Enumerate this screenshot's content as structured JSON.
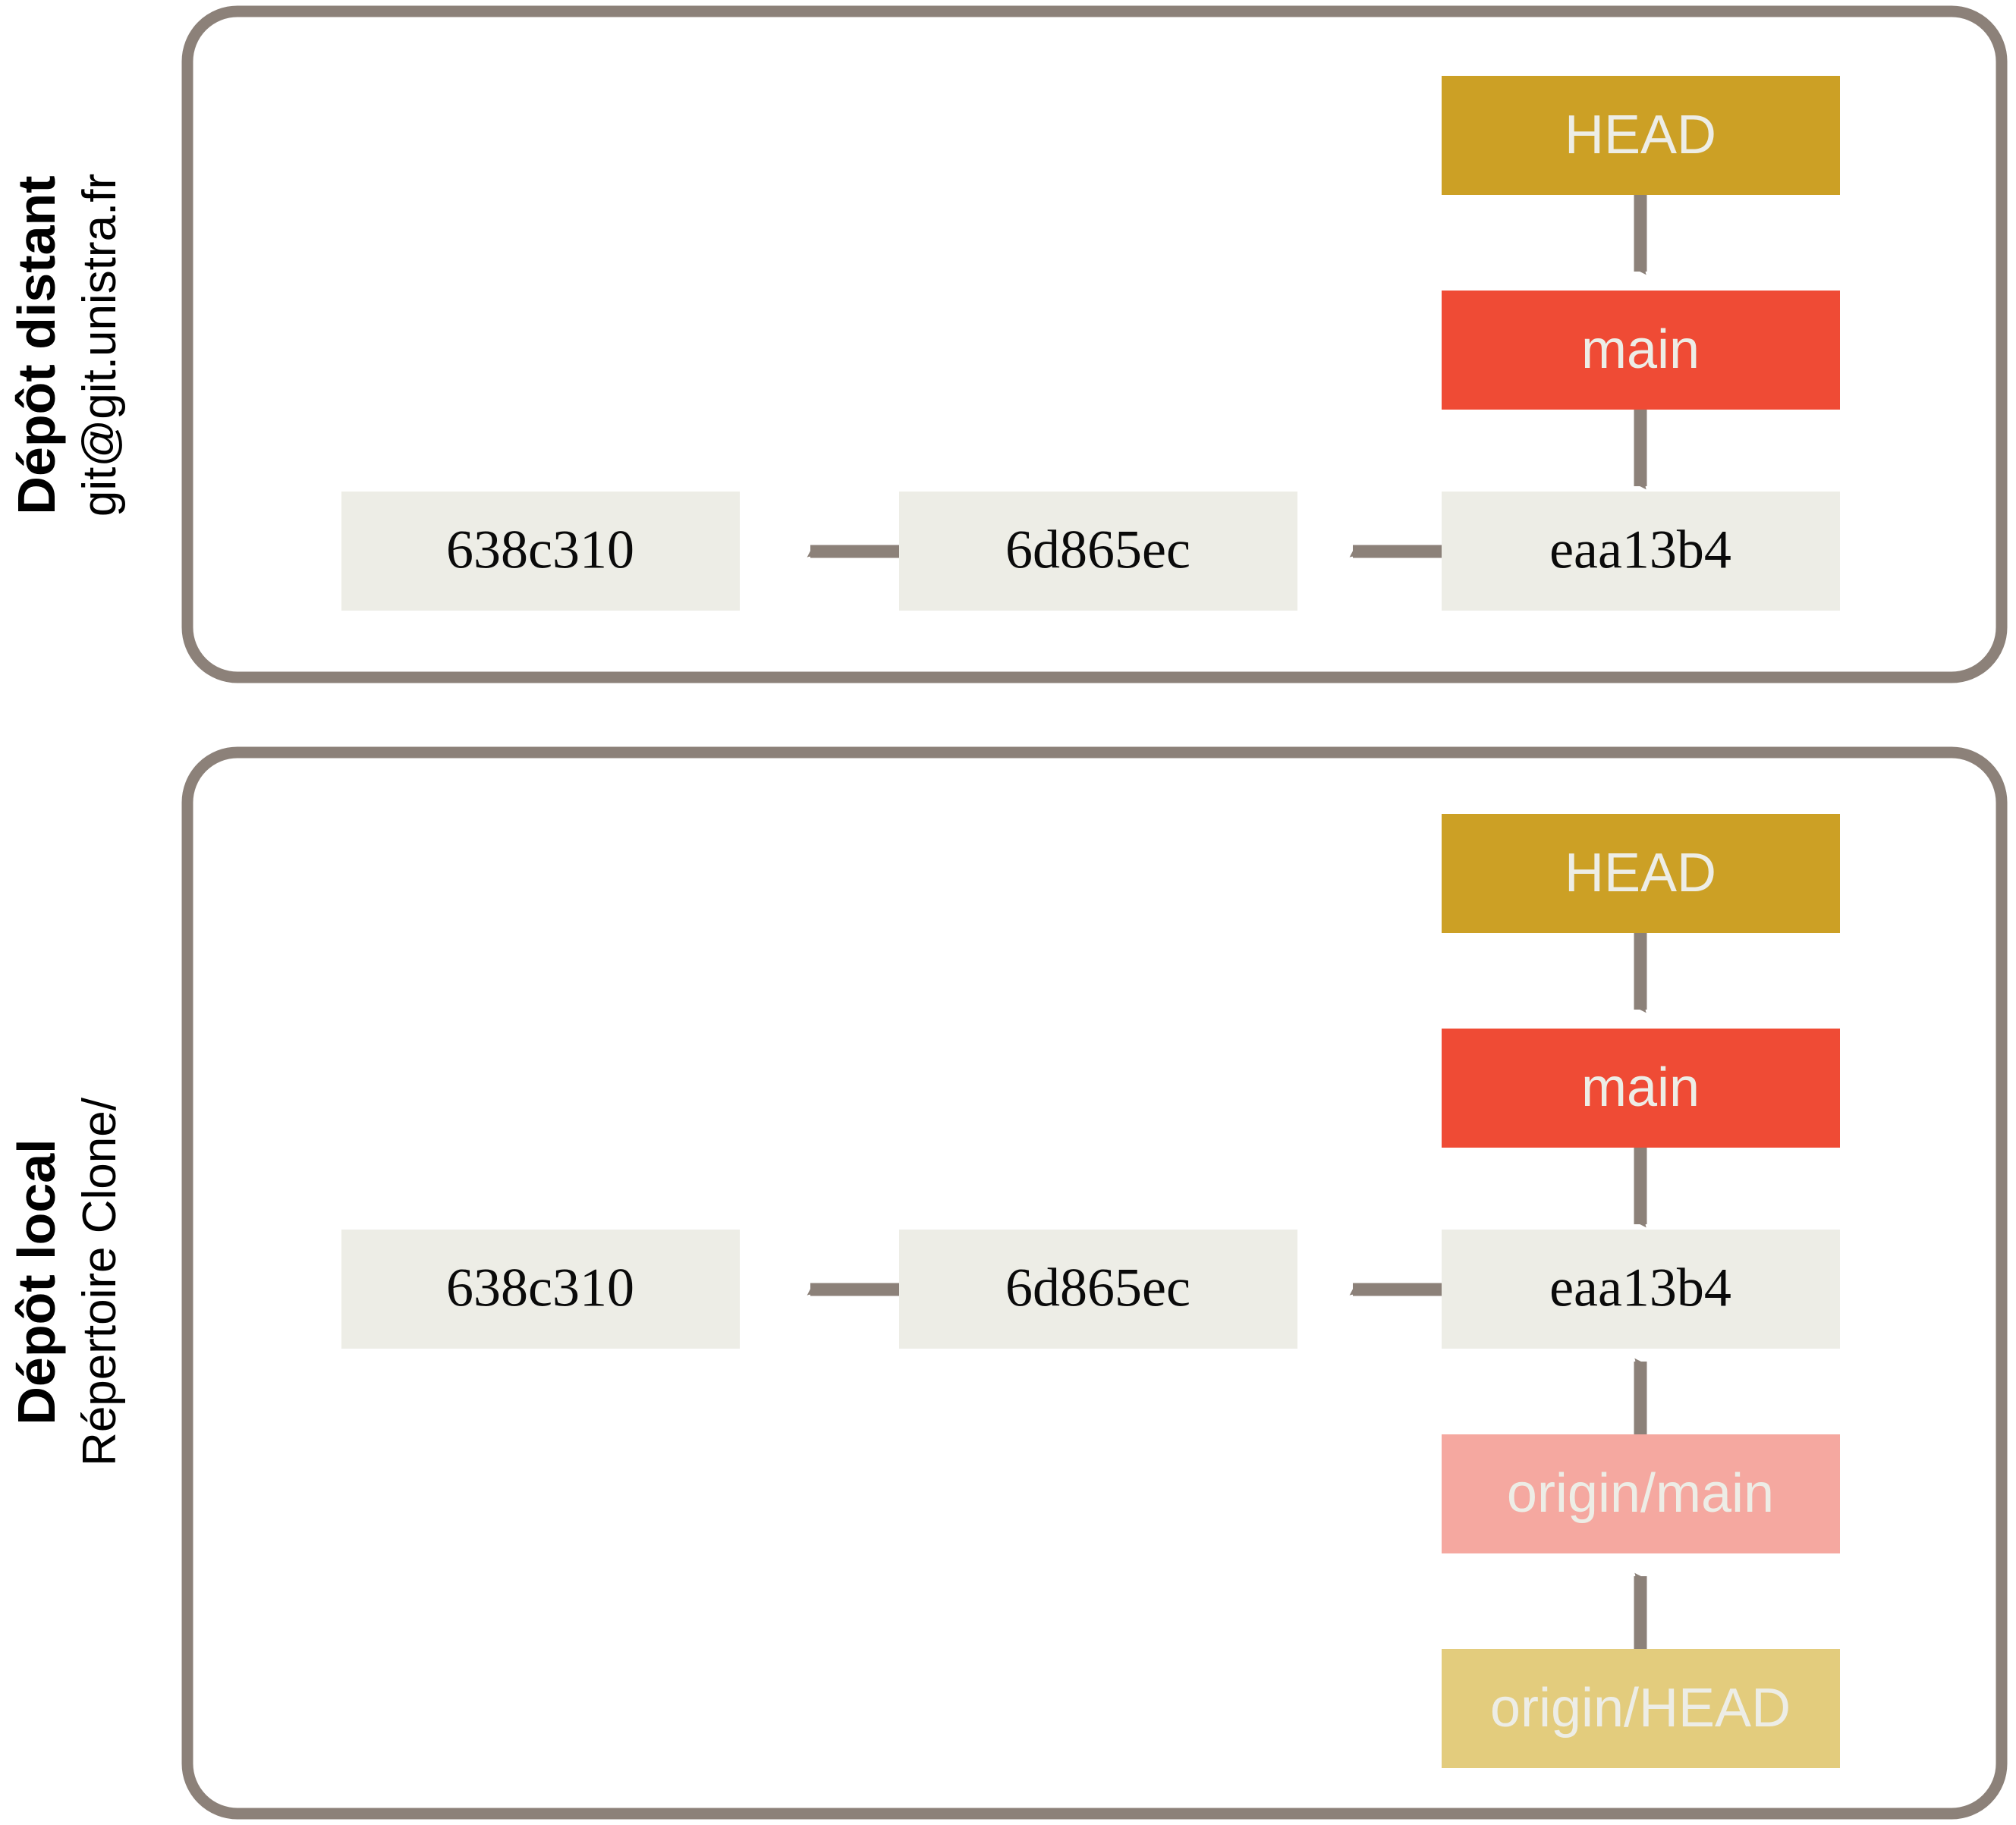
{
  "diagram": {
    "title": "Git remote and local repository state",
    "colors": {
      "panel_border": "#8C8179",
      "arrow": "#8C8179",
      "head_box": "#CCA025",
      "main_box": "#EF4B35",
      "commit_box": "#EDEDE6",
      "origin_main_box": "#F5A8A0",
      "origin_head_box": "#E3CC7D",
      "ref_label_text": "#EDEDE6",
      "commit_label_text": "#0A0A0A",
      "side_label_text": "#000000",
      "background": "#FFFFFF"
    },
    "panels": [
      {
        "id": "remote",
        "side_label_main": "Dépôt distant",
        "side_label_sub": "git@git.unistra.fr",
        "refs": [
          {
            "id": "head",
            "label": "HEAD",
            "kind": "head"
          },
          {
            "id": "main",
            "label": "main",
            "kind": "branch"
          }
        ],
        "commits": [
          {
            "id": "c1",
            "label": "638c310"
          },
          {
            "id": "c2",
            "label": "6d865ec"
          },
          {
            "id": "c3",
            "label": "eaa13b4"
          }
        ],
        "arrows": [
          {
            "from": "HEAD",
            "to": "main",
            "direction": "down"
          },
          {
            "from": "main",
            "to": "eaa13b4",
            "direction": "down"
          },
          {
            "from": "eaa13b4",
            "to": "6d865ec",
            "direction": "left"
          },
          {
            "from": "6d865ec",
            "to": "638c310",
            "direction": "left"
          }
        ]
      },
      {
        "id": "local",
        "side_label_main": "Dépôt local",
        "side_label_sub": "Répertoire Clone/",
        "refs": [
          {
            "id": "head",
            "label": "HEAD",
            "kind": "head"
          },
          {
            "id": "main",
            "label": "main",
            "kind": "branch"
          },
          {
            "id": "origin-main",
            "label": "origin/main",
            "kind": "remote-branch"
          },
          {
            "id": "origin-head",
            "label": "origin/HEAD",
            "kind": "remote-head"
          }
        ],
        "commits": [
          {
            "id": "c1",
            "label": "638c310"
          },
          {
            "id": "c2",
            "label": "6d865ec"
          },
          {
            "id": "c3",
            "label": "eaa13b4"
          }
        ],
        "arrows": [
          {
            "from": "HEAD",
            "to": "main",
            "direction": "down"
          },
          {
            "from": "main",
            "to": "eaa13b4",
            "direction": "down"
          },
          {
            "from": "eaa13b4",
            "to": "6d865ec",
            "direction": "left"
          },
          {
            "from": "6d865ec",
            "to": "638c310",
            "direction": "left"
          },
          {
            "from": "origin/main",
            "to": "eaa13b4",
            "direction": "up"
          },
          {
            "from": "origin/HEAD",
            "to": "origin/main",
            "direction": "up"
          }
        ]
      }
    ]
  }
}
